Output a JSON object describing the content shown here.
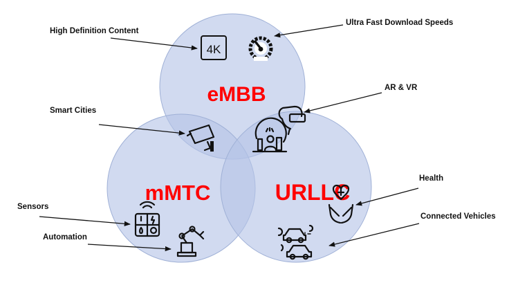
{
  "circles": {
    "embb": "eMBB",
    "mmtc": "mMTC",
    "urllc": "URLLC"
  },
  "labels": {
    "high_definition": "High Definition Content",
    "ultra_fast": "Ultra Fast Download Speeds",
    "ar_vr": "AR & VR",
    "smart_cities": "Smart Cities",
    "sensors": "Sensors",
    "automation": "Automation",
    "health": "Health",
    "connected_vehicles": "Connected Vehicles"
  },
  "icons": {
    "hd_badge": "4K",
    "hd": "4k-icon",
    "speed": "speedometer-icon",
    "vr": "vr-headset-icon",
    "city": "smart-city-icon",
    "camera": "security-camera-icon",
    "sensor": "sensor-panel-icon",
    "robot": "robot-arm-icon",
    "health": "health-hands-icon",
    "cars": "connected-cars-icon"
  },
  "colors": {
    "circle_fill": "#b4c3e6",
    "circle_stroke": "#9fb0d6",
    "title": "#ff0000"
  }
}
